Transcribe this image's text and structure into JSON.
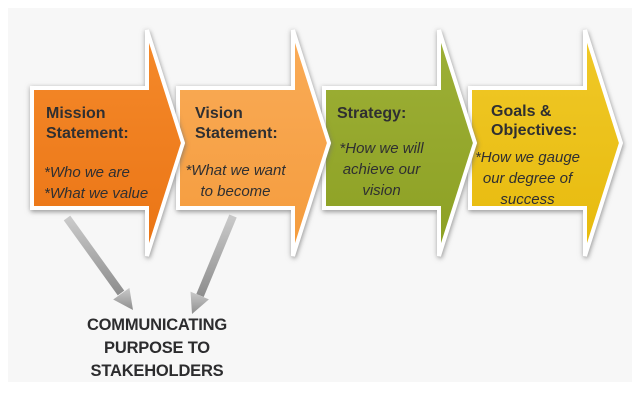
{
  "page": {
    "background": "#ffffff",
    "panel_background": "#f7f7f7",
    "text_color": "#2f2f31"
  },
  "arrows": [
    {
      "name": "mission-statement",
      "heading_lines": [
        "Mission",
        "Statement:"
      ],
      "bullets": [
        "*Who we are",
        "*What we value"
      ],
      "fill_top": "#F58A2B",
      "fill_bottom": "#EA7414",
      "outline": "#FFFFFF"
    },
    {
      "name": "vision-statement",
      "heading_lines": [
        "Vision",
        "Statement:"
      ],
      "bullets": [
        "*What we want",
        "to become"
      ],
      "fill_top": "#FAAC58",
      "fill_bottom": "#F49B3C",
      "outline": "#FFFFFF"
    },
    {
      "name": "strategy",
      "heading_lines": [
        "Strategy:"
      ],
      "bullets": [
        "*How we will",
        "achieve our",
        "vision"
      ],
      "fill_top": "#9EB037",
      "fill_bottom": "#8CA023",
      "outline": "#FFFFFF"
    },
    {
      "name": "goals-objectives",
      "heading_lines": [
        "Goals &",
        "Objectives:"
      ],
      "bullets": [
        "*How we gauge",
        "our degree of",
        "success"
      ],
      "fill_top": "#F0C929",
      "fill_bottom": "#E7BA0C",
      "outline": "#FFFFFF"
    }
  ],
  "communication": {
    "label_lines": [
      "COMMUNICATING",
      "PURPOSE TO",
      "STAKEHOLDERS"
    ],
    "label_color": "#2c2c2e",
    "arrow_gradient_top": "#CACACA",
    "arrow_gradient_bottom": "#8E8E8E"
  }
}
